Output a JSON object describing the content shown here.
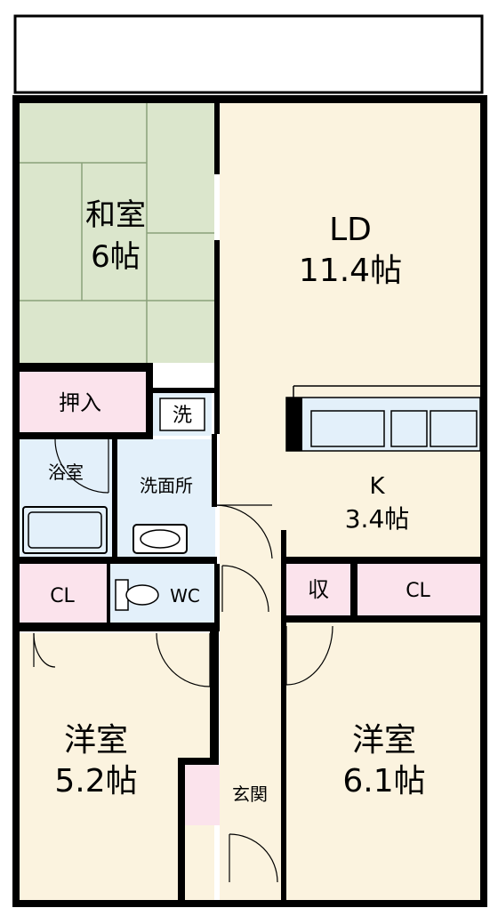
{
  "colors": {
    "tatami": "#dbe6cc",
    "tatami_line": "#8aa07a",
    "wood": "#fbf3df",
    "storage": "#fbe3ec",
    "wet": "#e3f0fa",
    "wall": "#000000",
    "balcony": "#ffffff"
  },
  "rooms": {
    "washitsu": {
      "name": "和室",
      "size": "6帖"
    },
    "ld": {
      "name": "LD",
      "size": "11.4帖"
    },
    "kitchen": {
      "name": "K",
      "size": "3.4帖"
    },
    "oshiire": {
      "name": "押入"
    },
    "sentaku": {
      "name": "洗"
    },
    "yokushitsu": {
      "name": "浴室"
    },
    "senmenjo": {
      "name": "洗面所"
    },
    "cl_left": {
      "name": "CL"
    },
    "wc": {
      "name": "WC"
    },
    "shu": {
      "name": "収"
    },
    "cl_right": {
      "name": "CL"
    },
    "yoshitsu_left": {
      "name": "洋室",
      "size": "5.2帖"
    },
    "yoshitsu_right": {
      "name": "洋室",
      "size": "6.1帖"
    },
    "genkan": {
      "name": "玄関"
    }
  }
}
